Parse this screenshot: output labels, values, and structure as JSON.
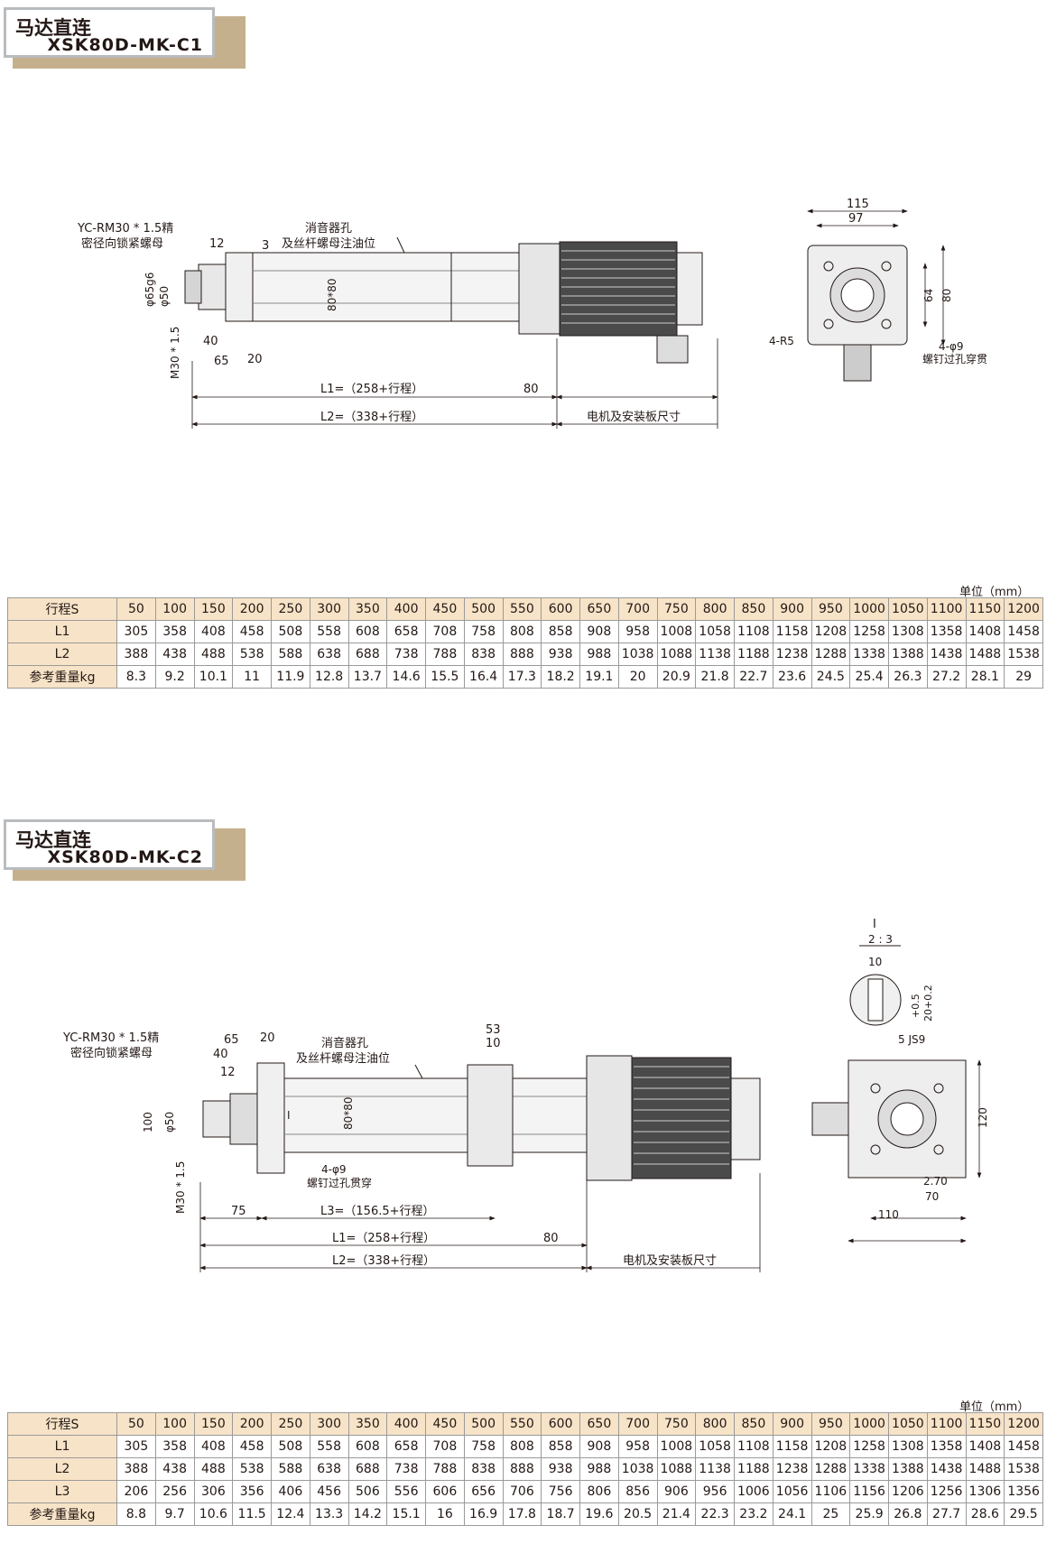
{
  "sections": [
    {
      "title_cn": "马达直连",
      "model": "XSK80D-MK-C1",
      "drawing": {
        "nut_label_1": "YC-RM30 * 1.5精",
        "nut_label_2": "密径向锁紧螺母",
        "muffler_label_1": "消音器孔",
        "muffler_label_2": "及丝杆螺母注油位",
        "dims": {
          "d12": "12",
          "d3": "3",
          "d65g6": "φ65g6",
          "d50": "φ50",
          "m30": "M30 * 1.5",
          "d40": "40",
          "d65": "65",
          "d20": "20",
          "d80x80": "80*80",
          "l1": "L1=（258+行程）",
          "d80": "80",
          "l2": "L2=（338+行程）",
          "motor_note": "电机及安装板尺寸",
          "d115": "115",
          "d97": "97",
          "d64": "64",
          "d80v": "80",
          "r5": "4-R5",
          "hole_a": "4-φ9",
          "hole_b": "螺钉过孔穿贯"
        }
      },
      "unit": "单位（mm）",
      "table": {
        "rows": [
          {
            "label": "行程S",
            "values": [
              "50",
              "100",
              "150",
              "200",
              "250",
              "300",
              "350",
              "400",
              "450",
              "500",
              "550",
              "600",
              "650",
              "700",
              "750",
              "800",
              "850",
              "900",
              "950",
              "1000",
              "1050",
              "1100",
              "1150",
              "1200"
            ]
          },
          {
            "label": "L1",
            "values": [
              "305",
              "358",
              "408",
              "458",
              "508",
              "558",
              "608",
              "658",
              "708",
              "758",
              "808",
              "858",
              "908",
              "958",
              "1008",
              "1058",
              "1108",
              "1158",
              "1208",
              "1258",
              "1308",
              "1358",
              "1408",
              "1458"
            ]
          },
          {
            "label": "L2",
            "values": [
              "388",
              "438",
              "488",
              "538",
              "588",
              "638",
              "688",
              "738",
              "788",
              "838",
              "888",
              "938",
              "988",
              "1038",
              "1088",
              "1138",
              "1188",
              "1238",
              "1288",
              "1338",
              "1388",
              "1438",
              "1488",
              "1538"
            ]
          },
          {
            "label": "参考重量kg",
            "values": [
              "8.3",
              "9.2",
              "10.1",
              "11",
              "11.9",
              "12.8",
              "13.7",
              "14.6",
              "15.5",
              "16.4",
              "17.3",
              "18.2",
              "19.1",
              "20",
              "20.9",
              "21.8",
              "22.7",
              "23.6",
              "24.5",
              "25.4",
              "26.3",
              "27.2",
              "28.1",
              "29"
            ]
          }
        ]
      }
    },
    {
      "title_cn": "马达直连",
      "model": "XSK80D-MK-C2",
      "drawing": {
        "detail_mark": "I",
        "detail_scale": "2 : 3",
        "d10a": "10",
        "tol1": "+0.5",
        "tol2": "20+0.2",
        "key": "5 JS9",
        "nut_label_1": "YC-RM30 * 1.5精",
        "nut_label_2": "密径向锁紧螺母",
        "muffler_label_1": "消音器孔",
        "muffler_label_2": "及丝杆螺母注油位",
        "dims": {
          "d65": "65",
          "d20": "20",
          "d40": "40",
          "d12": "12",
          "d53": "53",
          "d10": "10",
          "d100": "100",
          "d50": "φ50",
          "m30": "M30 * 1.5",
          "d80x80": "80*80",
          "mark_i": "I",
          "hole_a": "4-φ9",
          "hole_b": "螺钉过孔贯穿",
          "d75": "75",
          "l3": "L3=（156.5+行程）",
          "l1": "L1=（258+行程）",
          "d80": "80",
          "l2": "L2=（338+行程）",
          "motor_note": "电机及安装板尺寸",
          "d120": "120",
          "d270": "2.70",
          "d70": "70",
          "d110": "110"
        }
      },
      "unit": "单位（mm）",
      "table": {
        "rows": [
          {
            "label": "行程S",
            "values": [
              "50",
              "100",
              "150",
              "200",
              "250",
              "300",
              "350",
              "400",
              "450",
              "500",
              "550",
              "600",
              "650",
              "700",
              "750",
              "800",
              "850",
              "900",
              "950",
              "1000",
              "1050",
              "1100",
              "1150",
              "1200"
            ]
          },
          {
            "label": "L1",
            "values": [
              "305",
              "358",
              "408",
              "458",
              "508",
              "558",
              "608",
              "658",
              "708",
              "758",
              "808",
              "858",
              "908",
              "958",
              "1008",
              "1058",
              "1108",
              "1158",
              "1208",
              "1258",
              "1308",
              "1358",
              "1408",
              "1458"
            ]
          },
          {
            "label": "L2",
            "values": [
              "388",
              "438",
              "488",
              "538",
              "588",
              "638",
              "688",
              "738",
              "788",
              "838",
              "888",
              "938",
              "988",
              "1038",
              "1088",
              "1138",
              "1188",
              "1238",
              "1288",
              "1338",
              "1388",
              "1438",
              "1488",
              "1538"
            ]
          },
          {
            "label": "L3",
            "values": [
              "206",
              "256",
              "306",
              "356",
              "406",
              "456",
              "506",
              "556",
              "606",
              "656",
              "706",
              "756",
              "806",
              "856",
              "906",
              "956",
              "1006",
              "1056",
              "1106",
              "1156",
              "1206",
              "1256",
              "1306",
              "1356"
            ]
          },
          {
            "label": "参考重量kg",
            "values": [
              "8.8",
              "9.7",
              "10.6",
              "11.5",
              "12.4",
              "13.3",
              "14.2",
              "15.1",
              "16",
              "16.9",
              "17.8",
              "18.7",
              "19.6",
              "20.5",
              "21.4",
              "22.3",
              "23.2",
              "24.1",
              "25",
              "25.9",
              "26.8",
              "27.7",
              "28.6",
              "29.5"
            ]
          }
        ]
      }
    }
  ]
}
